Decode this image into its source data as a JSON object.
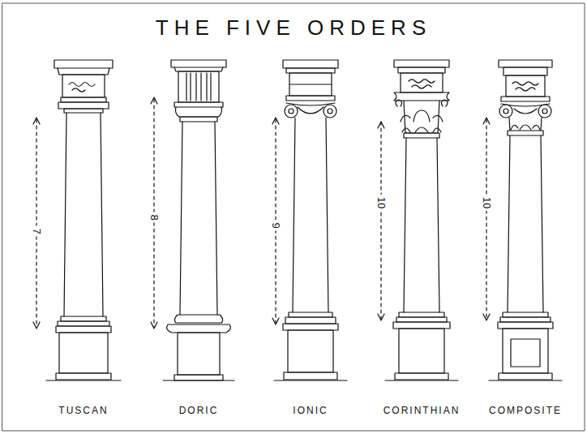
{
  "diagram": {
    "title": "THE FIVE ORDERS",
    "labels": [
      "7",
      "8",
      "9",
      "10",
      "10",
      "TUSCAN",
      "DORIC",
      "IONIC",
      "CORINTHIAN",
      "COMPOSITE"
    ]
  }
}
